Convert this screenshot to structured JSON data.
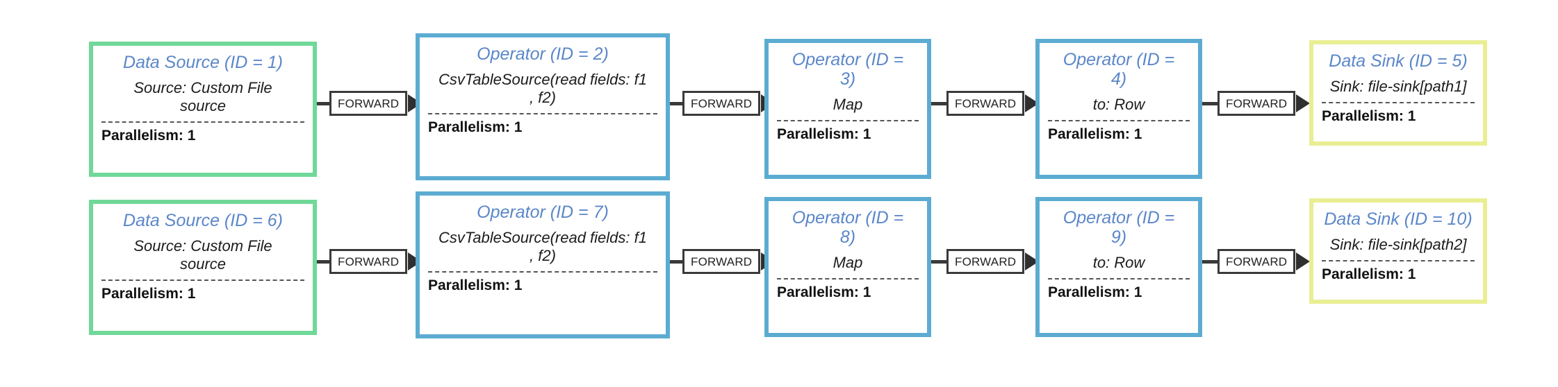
{
  "diagram": {
    "type": "flink-execution-plan",
    "background_color": "#ffffff",
    "colors": {
      "source_border": "#70d898",
      "operator_border": "#5cacd2",
      "sink_border": "#e9ee92",
      "title_text": "#5b87c9",
      "body_text": "#1c1c1c",
      "edge_stroke": "#3a3a3a"
    },
    "rows": [
      {
        "nodes": [
          {
            "title": "Data Source (ID = 1)",
            "body": "Source: Custom File\nsource",
            "footer": "Parallelism: 1",
            "kind": "source"
          },
          {
            "title": "Operator (ID = 2)",
            "body": "CsvTableSource(read fields: f1\n, f2)",
            "footer": "Parallelism: 1",
            "kind": "operator"
          },
          {
            "title": "Operator (ID =\n3)",
            "body": "Map",
            "footer": "Parallelism: 1",
            "kind": "operator"
          },
          {
            "title": "Operator (ID =\n4)",
            "body": "to: Row",
            "footer": "Parallelism: 1",
            "kind": "operator"
          },
          {
            "title": "Data Sink (ID = 5)",
            "body": "Sink: file-sink[path1]",
            "footer": "Parallelism: 1",
            "kind": "sink"
          }
        ],
        "edges": [
          {
            "label": "FORWARD"
          },
          {
            "label": "FORWARD"
          },
          {
            "label": "FORWARD"
          },
          {
            "label": "FORWARD"
          }
        ]
      },
      {
        "nodes": [
          {
            "title": "Data Source (ID = 6)",
            "body": "Source: Custom File\nsource",
            "footer": "Parallelism: 1",
            "kind": "source"
          },
          {
            "title": "Operator (ID = 7)",
            "body": "CsvTableSource(read fields: f1\n, f2)",
            "footer": "Parallelism: 1",
            "kind": "operator"
          },
          {
            "title": "Operator (ID =\n8)",
            "body": "Map",
            "footer": "Parallelism: 1",
            "kind": "operator"
          },
          {
            "title": "Operator (ID =\n9)",
            "body": "to: Row",
            "footer": "Parallelism: 1",
            "kind": "operator"
          },
          {
            "title": "Data Sink (ID = 10)",
            "body": "Sink: file-sink[path2]",
            "footer": "Parallelism: 1",
            "kind": "sink"
          }
        ],
        "edges": [
          {
            "label": "FORWARD"
          },
          {
            "label": "FORWARD"
          },
          {
            "label": "FORWARD"
          },
          {
            "label": "FORWARD"
          }
        ]
      }
    ]
  }
}
